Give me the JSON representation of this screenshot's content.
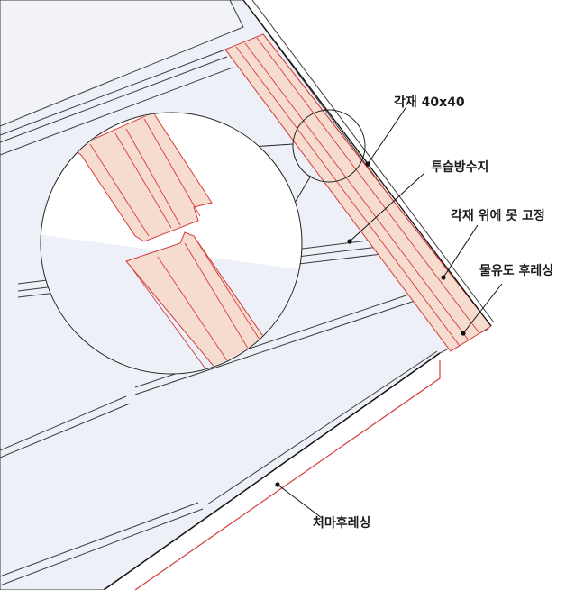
{
  "labels": {
    "timber": "각재 40x40",
    "membrane": "투습방수지",
    "nailing": "각재 위에 못 고정",
    "drip_flashing": "물유도 후레싱",
    "eave_flashing": "처마후레싱"
  },
  "colors": {
    "roof_panel": "#eef0f7",
    "ridge_flashing": "#f6dccf",
    "flashing_outline": "#d43c3c",
    "line": "#3a3a3a",
    "background": "#ffffff"
  }
}
